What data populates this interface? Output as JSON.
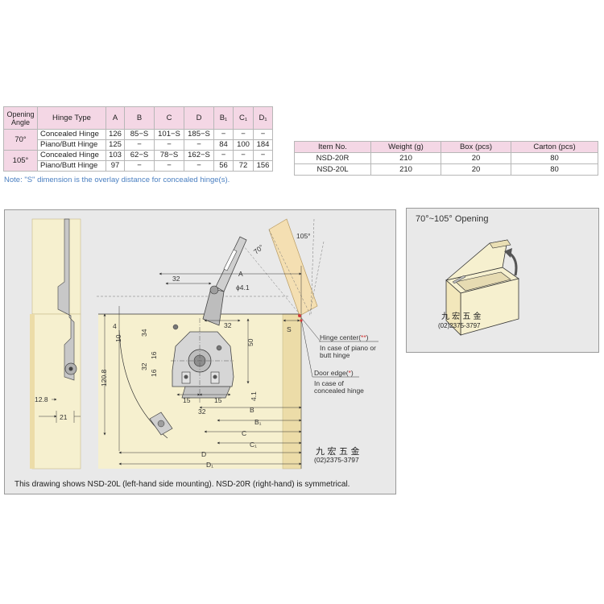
{
  "spec_table": {
    "headers": [
      "Opening Angle",
      "Hinge Type",
      "A",
      "B",
      "C",
      "D",
      "B₁",
      "C₁",
      "D₁"
    ],
    "rows": [
      {
        "angle": "70°",
        "type": "Concealed Hinge",
        "A": "126",
        "B": "85−S",
        "C": "101−S",
        "D": "185−S",
        "B1": "−",
        "C1": "−",
        "D1": "−"
      },
      {
        "angle": "",
        "type": "Piano/Butt Hinge",
        "A": "125",
        "B": "−",
        "C": "−",
        "D": "−",
        "B1": "84",
        "C1": "100",
        "D1": "184"
      },
      {
        "angle": "105°",
        "type": "Concealed Hinge",
        "A": "103",
        "B": "62−S",
        "C": "78−S",
        "D": "162−S",
        "B1": "−",
        "C1": "−",
        "D1": "−"
      },
      {
        "angle": "",
        "type": "Piano/Butt Hinge",
        "A": "97",
        "B": "−",
        "C": "−",
        "D": "−",
        "B1": "56",
        "C1": "72",
        "D1": "156"
      }
    ]
  },
  "items_table": {
    "headers": [
      "Item No.",
      "Weight (g)",
      "Box (pcs)",
      "Carton (pcs)"
    ],
    "rows": [
      [
        "NSD-20R",
        "210",
        "20",
        "80"
      ],
      [
        "NSD-20L",
        "210",
        "20",
        "80"
      ]
    ]
  },
  "note": "Note: \"S\" dimension is the overlay distance for concealed hinge(s).",
  "drawing": {
    "caption": "This drawing shows NSD-20L (left-hand side mounting). NSD-20R (right-hand) is symmetrical.",
    "dims": {
      "A": "A",
      "B": "B",
      "B1": "B₁",
      "C": "C",
      "C1": "C₁",
      "D": "D",
      "D1": "D₁",
      "S": "S",
      "d32a": "32",
      "d32b": "32",
      "d32c": "32",
      "d32d": "32",
      "d15a": "15",
      "d15b": "15",
      "d16a": "16",
      "d16b": "16",
      "d34": "34",
      "d50": "50",
      "d4": "4",
      "d10": "10",
      "d41": "4.1",
      "dphi": "ϕ4.1",
      "d1208": "120.8",
      "d128": "12.8",
      "d21": "21",
      "ang70": "70°",
      "ang105": "105°"
    },
    "labels": {
      "hinge_center": "Hinge center(",
      "hinge_center_mark": "**",
      "piano1": "In case of piano or",
      "piano2": "butt hinge",
      "door_edge": "Door edge(",
      "door_edge_mark": "*",
      "conc1": "In case of",
      "conc2": "concealed hinge",
      "close": ")"
    },
    "stamp_name": "九 宏 五 金",
    "stamp_phone": "(02)2375-3797"
  },
  "illustration": {
    "title": "70°~105° Opening",
    "stamp_name": "九 宏 五 金",
    "stamp_phone": "(02)2375-3797"
  },
  "colors": {
    "header_pink": "#f4d7e5",
    "wood": "#f6f0cf",
    "wood_edge": "#ecdca8",
    "note_blue": "#4a7fc1",
    "red_mark": "#d23a3a",
    "panel_gray": "#e9e9e9"
  }
}
